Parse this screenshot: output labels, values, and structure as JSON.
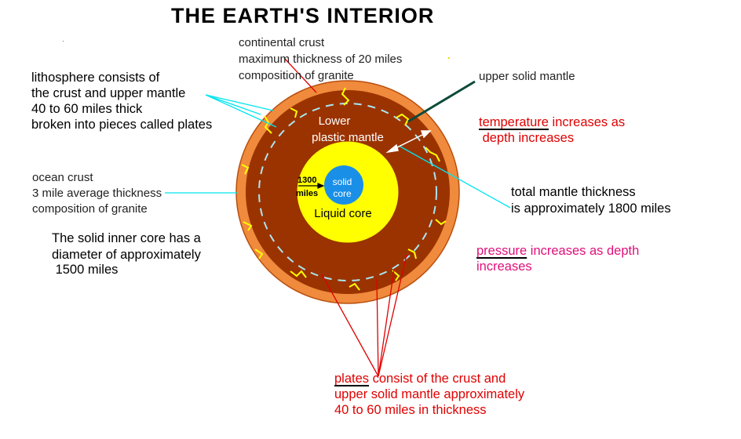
{
  "title": "THE  EARTH'S  INTERIOR",
  "labels": {
    "continental_crust": [
      "continental crust",
      "maximum thickness of 20 miles",
      "composition of granite"
    ],
    "lithosphere": [
      "lithosphere consists of",
      "the crust and upper mantle",
      "40 to 60 miles thick",
      "broken into pieces called plates"
    ],
    "upper_solid_mantle": "upper solid mantle",
    "temperature": {
      "key": "temperature",
      "rest": " increases as",
      "line2": " depth increases"
    },
    "ocean_crust": [
      "ocean crust",
      "3 mile average thickness",
      "composition of granite"
    ],
    "total_mantle": [
      "total mantle thickness",
      "is approximately 1800 miles"
    ],
    "inner_core_note": [
      "The solid inner core has a",
      "diameter of approximately",
      " 1500 miles"
    ],
    "pressure": {
      "key": "pressure",
      "rest": " increases as depth",
      "line2": "increases"
    },
    "plates": {
      "key": "plates",
      "rest": " consist of the crust and",
      "line2": "upper solid mantle approximately",
      "line3": "40 to 60 miles in thickness"
    },
    "lower_mantle": [
      "Lower",
      "plastic mantle"
    ],
    "solid_core": [
      "solid",
      "core"
    ],
    "core_distance": [
      "1300",
      "miles"
    ],
    "liquid_core": "Liquid core"
  },
  "colors": {
    "crust": "#f08a3c",
    "mantle": "#9b3300",
    "liquid_core": "#ffff00",
    "inner_core": "#1a8fe8",
    "fault_lines": "#ffff00",
    "boundary_dashes": "#a8e6f0",
    "cyan_leader": "#00e5ee",
    "red_leader": "#e00000",
    "dark_green_leader": "#0d4a3a"
  }
}
